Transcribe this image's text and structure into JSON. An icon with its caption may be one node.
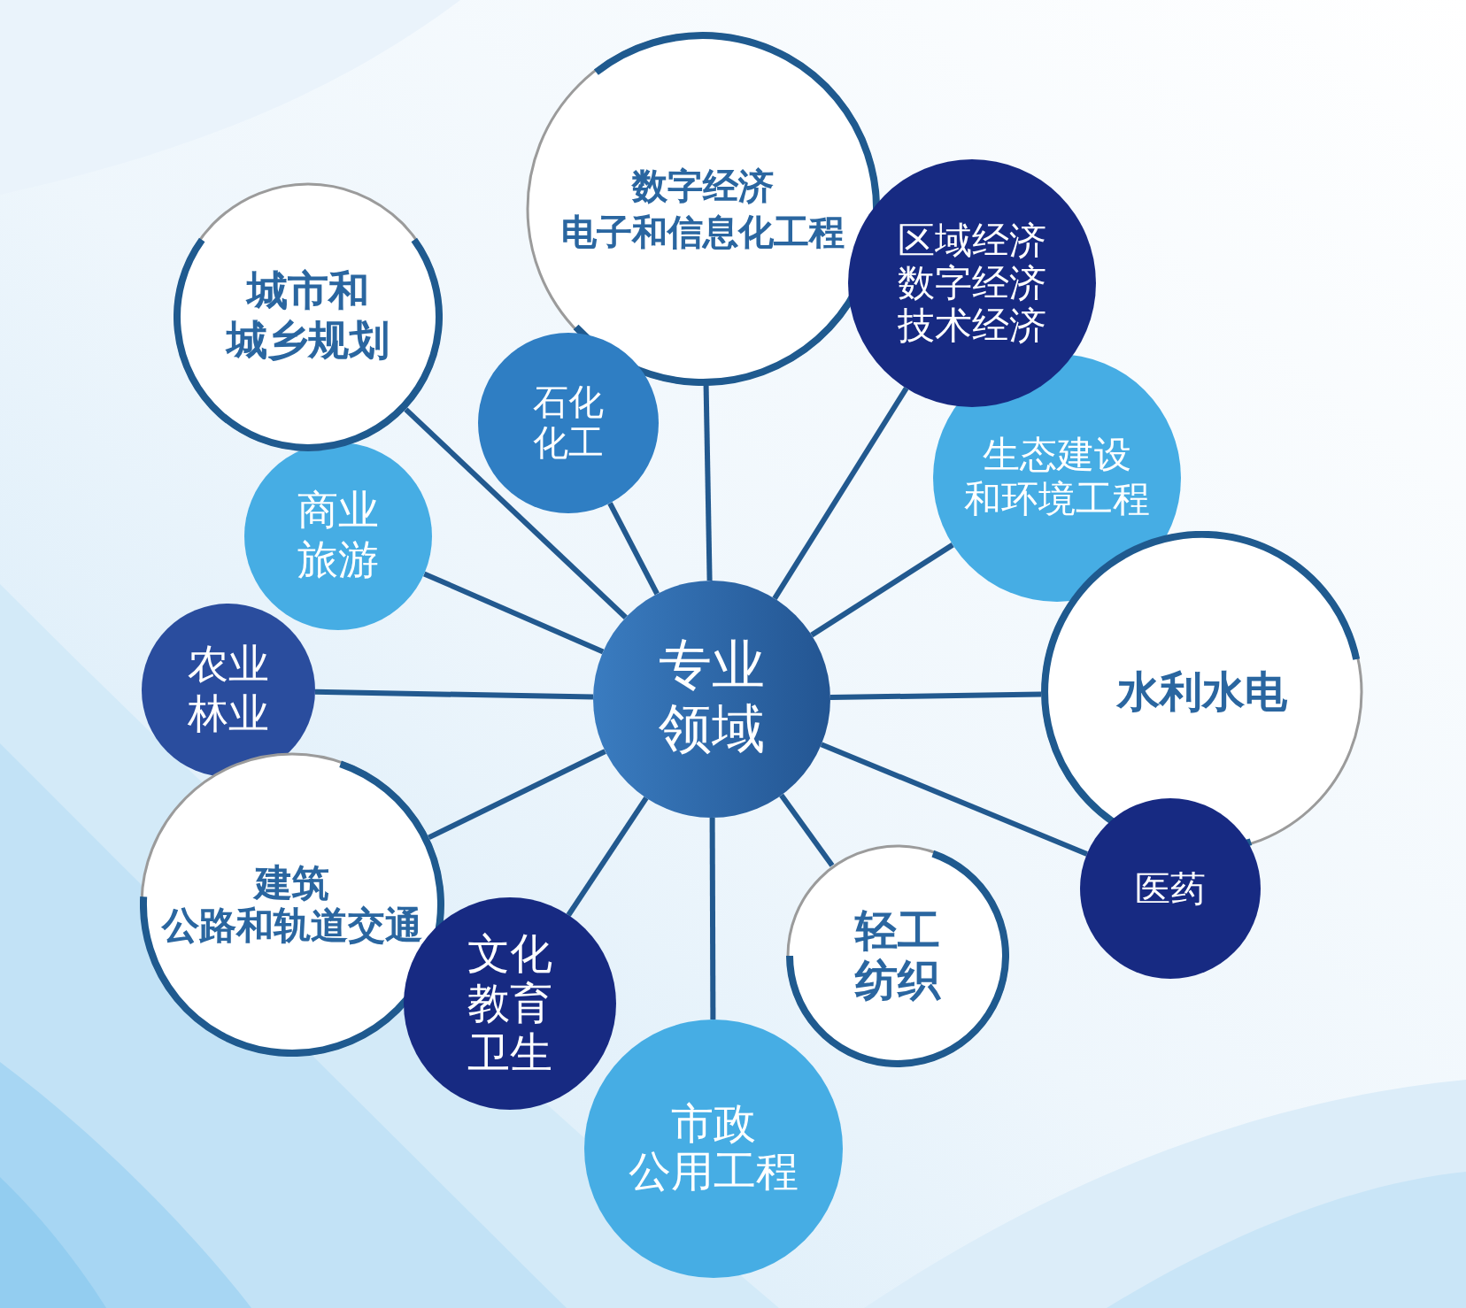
{
  "diagram": {
    "nodes": [
      {
        "text": [
          "专业领域"
        ]
      },
      {
        "text": [
          "数字经济电子和信息化工程"
        ]
      },
      {
        "text": [
          "区域经济数字经济技术经济"
        ]
      },
      {
        "text": [
          "生态建设和环境工程"
        ]
      },
      {
        "text": [
          "水利水电"
        ]
      },
      {
        "text": [
          "医药"
        ]
      },
      {
        "text": [
          "轻工纺织"
        ]
      },
      {
        "text": [
          "市政公用工程"
        ]
      },
      {
        "text": [
          "文化教育卫生"
        ]
      },
      {
        "text": [
          "建筑公路和轨道交通"
        ]
      },
      {
        "text": [
          "农业林业"
        ]
      },
      {
        "text": [
          "商业旅游"
        ]
      },
      {
        "text": [
          "城市和城乡规划"
        ]
      },
      {
        "text": [
          "石化化工"
        ]
      }
    ],
    "edges": [
      {
        "from": 0,
        "to": 1,
        "arrow": "none"
      },
      {
        "from": 0,
        "to": 2,
        "arrow": "none"
      },
      {
        "from": 0,
        "to": 3,
        "arrow": "none"
      },
      {
        "from": 0,
        "to": 4,
        "arrow": "none"
      },
      {
        "from": 0,
        "to": 5,
        "arrow": "none"
      },
      {
        "from": 0,
        "to": 6,
        "arrow": "none"
      },
      {
        "from": 0,
        "to": 7,
        "arrow": "none"
      },
      {
        "from": 0,
        "to": 8,
        "arrow": "none"
      },
      {
        "from": 0,
        "to": 9,
        "arrow": "none"
      },
      {
        "from": 0,
        "to": 10,
        "arrow": "none"
      },
      {
        "from": 0,
        "to": 11,
        "arrow": "none"
      },
      {
        "from": 0,
        "to": 12,
        "arrow": "none"
      },
      {
        "from": 0,
        "to": 13,
        "arrow": "none"
      }
    ]
  }
}
